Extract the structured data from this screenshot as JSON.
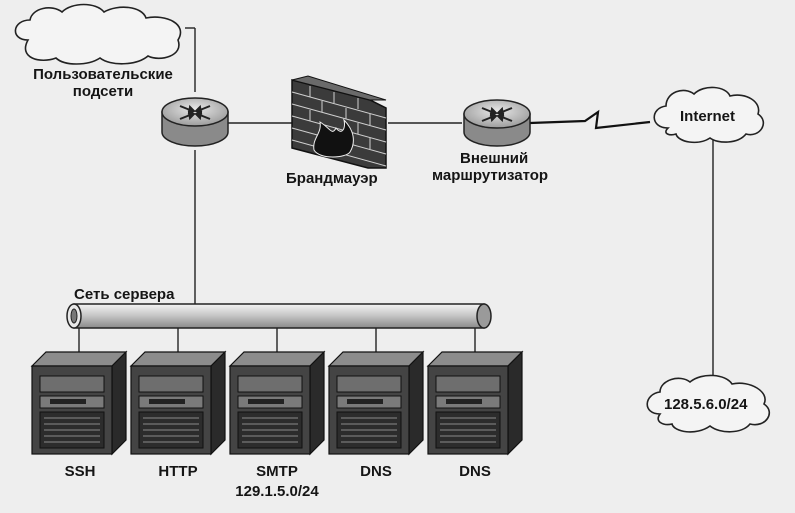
{
  "labels": {
    "user_subnets_line1": "Пользовательские",
    "user_subnets_line2": "подсети",
    "firewall": "Брандмауэр",
    "external_router_line1": "Внешний",
    "external_router_line2": "маршрутизатор",
    "internet": "Internet",
    "server_network": "Сеть сервера",
    "external_subnet": "128.5.6.0/24",
    "server_subnet": "129.1.5.0/24"
  },
  "servers": [
    {
      "label": "SSH"
    },
    {
      "label": "HTTP"
    },
    {
      "label": "SMTP"
    },
    {
      "label": "DNS"
    },
    {
      "label": "DNS"
    }
  ],
  "colors": {
    "background": "#eeeeee",
    "line": "#222222",
    "router_fill": "#b8b8b8",
    "brick": "#2a2a2a",
    "server_body": "#3a3a3a",
    "pipe_fill": "#d8d8d8"
  }
}
